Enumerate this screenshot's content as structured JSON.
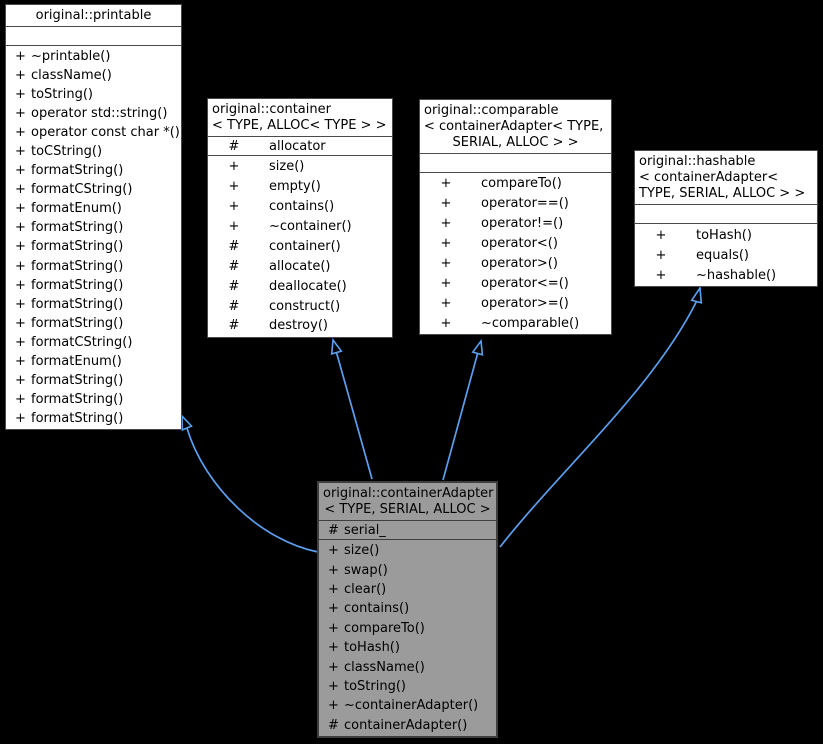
{
  "diagram": {
    "type": "uml-class-inheritance",
    "colors": {
      "background": "#000000",
      "arrow": "#5c9fee",
      "box_fill": "#ffffff",
      "box_border": "#4a4a4a",
      "highlight_fill": "#9b9b9b",
      "highlight_border": "#3f3f3f",
      "text": "#000000"
    },
    "classes": [
      {
        "id": "printable",
        "title_lines": [
          "original::printable"
        ],
        "attributes": [],
        "methods": [
          {
            "vis": "+",
            "name": "~printable()"
          },
          {
            "vis": "+",
            "name": "className()"
          },
          {
            "vis": "+",
            "name": "toString()"
          },
          {
            "vis": "+",
            "name": "operator std::string()"
          },
          {
            "vis": "+",
            "name": "operator const char *()"
          },
          {
            "vis": "+",
            "name": "toCString()"
          },
          {
            "vis": "+",
            "name": "formatString()"
          },
          {
            "vis": "+",
            "name": "formatCString()"
          },
          {
            "vis": "+",
            "name": "formatEnum()"
          },
          {
            "vis": "+",
            "name": "formatString()"
          },
          {
            "vis": "+",
            "name": "formatString()"
          },
          {
            "vis": "+",
            "name": "formatString()"
          },
          {
            "vis": "+",
            "name": "formatString()"
          },
          {
            "vis": "+",
            "name": "formatString()"
          },
          {
            "vis": "+",
            "name": "formatString()"
          },
          {
            "vis": "+",
            "name": "formatCString()"
          },
          {
            "vis": "+",
            "name": "formatEnum()"
          },
          {
            "vis": "+",
            "name": "formatString()"
          },
          {
            "vis": "+",
            "name": "formatString()"
          },
          {
            "vis": "+",
            "name": "formatString()"
          }
        ],
        "highlighted": false
      },
      {
        "id": "container",
        "title_lines": [
          "original::container",
          "< TYPE, ALLOC< TYPE > >"
        ],
        "attributes": [
          {
            "vis": "#",
            "name": "allocator"
          }
        ],
        "methods": [
          {
            "vis": "+",
            "name": "size()"
          },
          {
            "vis": "+",
            "name": "empty()"
          },
          {
            "vis": "+",
            "name": "contains()"
          },
          {
            "vis": "+",
            "name": "~container()"
          },
          {
            "vis": "#",
            "name": "container()"
          },
          {
            "vis": "#",
            "name": "allocate()"
          },
          {
            "vis": "#",
            "name": "deallocate()"
          },
          {
            "vis": "#",
            "name": "construct()"
          },
          {
            "vis": "#",
            "name": "destroy()"
          }
        ],
        "highlighted": false
      },
      {
        "id": "comparable",
        "title_lines": [
          "original::comparable",
          "< containerAdapter< TYPE,",
          "SERIAL, ALLOC > >"
        ],
        "attributes": [],
        "methods": [
          {
            "vis": "+",
            "name": "compareTo()"
          },
          {
            "vis": "+",
            "name": "operator==()"
          },
          {
            "vis": "+",
            "name": "operator!=()"
          },
          {
            "vis": "+",
            "name": "operator<()"
          },
          {
            "vis": "+",
            "name": "operator>()"
          },
          {
            "vis": "+",
            "name": "operator<=()"
          },
          {
            "vis": "+",
            "name": "operator>=()"
          },
          {
            "vis": "+",
            "name": "~comparable()"
          }
        ],
        "highlighted": false
      },
      {
        "id": "hashable",
        "title_lines": [
          "original::hashable",
          "< containerAdapter<",
          "TYPE, SERIAL, ALLOC > >"
        ],
        "attributes": [],
        "methods": [
          {
            "vis": "+",
            "name": "toHash()"
          },
          {
            "vis": "+",
            "name": "equals()"
          },
          {
            "vis": "+",
            "name": "~hashable()"
          }
        ],
        "highlighted": false
      },
      {
        "id": "containerAdapter",
        "title_lines": [
          "original::containerAdapter",
          "< TYPE, SERIAL, ALLOC >"
        ],
        "attributes": [
          {
            "vis": "#",
            "name": "serial_"
          }
        ],
        "methods": [
          {
            "vis": "+",
            "name": "size()"
          },
          {
            "vis": "+",
            "name": "swap()"
          },
          {
            "vis": "+",
            "name": "clear()"
          },
          {
            "vis": "+",
            "name": "contains()"
          },
          {
            "vis": "+",
            "name": "compareTo()"
          },
          {
            "vis": "+",
            "name": "toHash()"
          },
          {
            "vis": "+",
            "name": "className()"
          },
          {
            "vis": "+",
            "name": "toString()"
          },
          {
            "vis": "+",
            "name": "~containerAdapter()"
          },
          {
            "vis": "#",
            "name": "containerAdapter()"
          }
        ],
        "highlighted": true
      }
    ],
    "relations": [
      {
        "from": "containerAdapter",
        "to": "printable",
        "type": "inheritance"
      },
      {
        "from": "containerAdapter",
        "to": "container",
        "type": "inheritance"
      },
      {
        "from": "containerAdapter",
        "to": "comparable",
        "type": "inheritance"
      },
      {
        "from": "containerAdapter",
        "to": "hashable",
        "type": "inheritance"
      }
    ]
  }
}
